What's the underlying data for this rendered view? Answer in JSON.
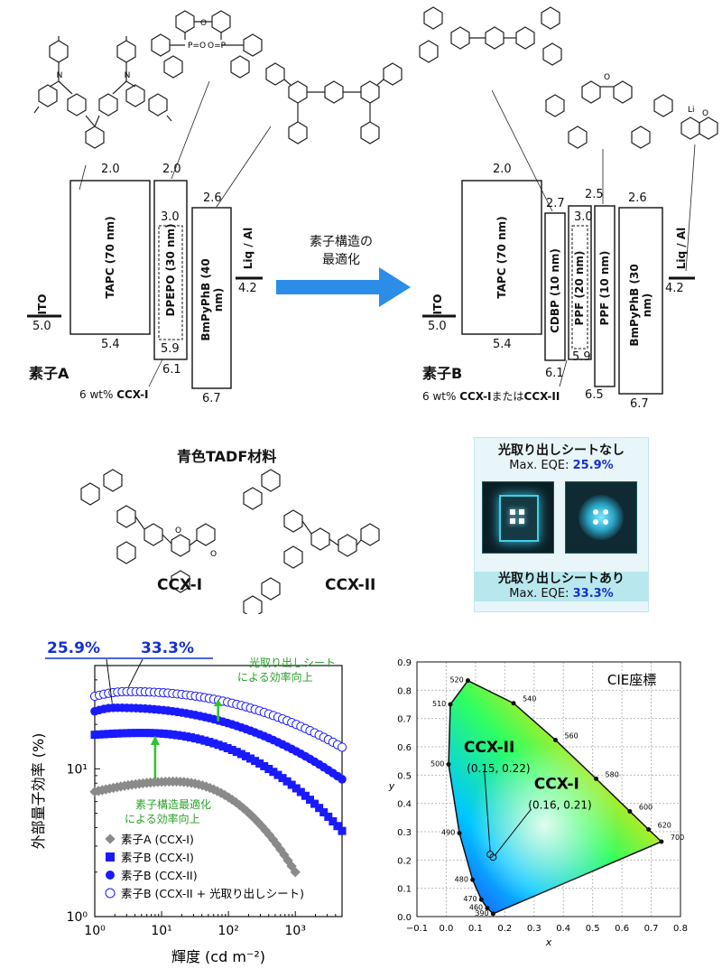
{
  "deviceA": {
    "label": "素子A",
    "dopant_note_prefix": "6 wt% ",
    "dopant_note_strong": "CCX-I",
    "layers": [
      {
        "name": "ITO",
        "homo": "5.0"
      },
      {
        "name": "TAPC (70 nm)",
        "lumo": "2.0",
        "homo": "5.4"
      },
      {
        "name": "DPEPO (30 nm)",
        "lumo": "2.0",
        "homo": "6.1",
        "inner_lumo": "3.0",
        "inner_homo": "5.9"
      },
      {
        "name": "BmPyPhB (40 nm)",
        "lumo": "2.6",
        "homo": "6.7"
      },
      {
        "name": "Liq / Al",
        "homo": "4.2"
      }
    ]
  },
  "deviceB": {
    "label": "素子B",
    "dopant_note_prefix": "6 wt% ",
    "dopant_note_strong1": "CCX-I",
    "dopant_note_mid": "または",
    "dopant_note_strong2": "CCX-II",
    "layers": [
      {
        "name": "ITO",
        "homo": "5.0"
      },
      {
        "name": "TAPC (70 nm)",
        "lumo": "2.0",
        "homo": "5.4"
      },
      {
        "name": "CDBP (10 nm)",
        "lumo": "2.7",
        "homo": "6.1"
      },
      {
        "name": "PPF (20 nm)",
        "inner_lumo": "3.0",
        "inner_homo": "5.9",
        "homo": "6.5"
      },
      {
        "name": "PPF (10 nm)",
        "lumo": "2.5"
      },
      {
        "name": "BmPyPhB (30 nm)",
        "lumo": "2.6",
        "homo": "6.7"
      },
      {
        "name": "Liq / Al",
        "homo": "4.2"
      }
    ]
  },
  "arrow_label_line1": "素子構造の",
  "arrow_label_line2": "最適化",
  "materials": {
    "title": "青色TADF材料",
    "mol1": "CCX-I",
    "mol2": "CCX-II"
  },
  "photos": {
    "top_label": "光取り出しシートなし",
    "top_eqe_prefix": "Max. EQE: ",
    "top_eqe_value": "25.9%",
    "bottom_label": "光取り出しシートあり",
    "bottom_eqe_prefix": "Max. EQE: ",
    "bottom_eqe_value": "33.3%"
  },
  "eqe_chart": {
    "type": "scatter",
    "xlabel": "輝度 (cd m⁻²)",
    "ylabel": "外部量子効率 (%)",
    "xscale": "log",
    "yscale": "log",
    "xlim": [
      1,
      5000
    ],
    "ylim": [
      1,
      50
    ],
    "xticks": [
      "10⁰",
      "10¹",
      "10²",
      "10³"
    ],
    "yticks": [
      "10⁰",
      "10¹"
    ],
    "callout1": "25.9%",
    "callout2": "33.3%",
    "annotation_sheet_line1": "光取り出しシート",
    "annotation_sheet_line2": "による効率向上",
    "annotation_struct_line1": "素子構造最適化",
    "annotation_struct_line2": "による効率向上",
    "series": [
      {
        "name": "素子A (CCX-I)",
        "marker": "diamond",
        "color": "#8a8a8a",
        "start_value": 7.0,
        "peak_value": 8.2,
        "peak_at": 15,
        "end_x": 1000,
        "end_value": 2.0
      },
      {
        "name": "素子B (CCX-I)",
        "marker": "square",
        "color": "#1a1aff",
        "start_value": 17.0,
        "peak_value": 17.5,
        "peak_at": 5,
        "end_x": 5000,
        "end_value": 3.8
      },
      {
        "name": "素子B (CCX-II)",
        "marker": "circle",
        "color": "#1a1aff",
        "start_value": 24.5,
        "peak_value": 25.9,
        "peak_at": 2,
        "end_x": 5000,
        "end_value": 8.5
      },
      {
        "name": "素子B (CCX-II + 光取り出しシート)",
        "marker": "open-circle",
        "color": "#1a1aff",
        "start_value": 31.0,
        "peak_value": 33.3,
        "peak_at": 3,
        "end_x": 5000,
        "end_value": 14.0
      }
    ]
  },
  "cie_chart": {
    "type": "scatter",
    "title": "CIE座標",
    "xlabel": "x",
    "ylabel": "y",
    "xlim": [
      -0.1,
      0.8
    ],
    "ylim": [
      0.0,
      0.9
    ],
    "xticks": [
      "−0.1",
      "0.0",
      "0.1",
      "0.2",
      "0.3",
      "0.4",
      "0.5",
      "0.6",
      "0.7",
      "0.8"
    ],
    "yticks": [
      "0.0",
      "0.1",
      "0.2",
      "0.3",
      "0.4",
      "0.5",
      "0.6",
      "0.7",
      "0.8",
      "0.9"
    ],
    "wavelengths": [
      {
        "nm": "390",
        "x": 0.16,
        "y": 0.01
      },
      {
        "nm": "460",
        "x": 0.14,
        "y": 0.03
      },
      {
        "nm": "470",
        "x": 0.12,
        "y": 0.06
      },
      {
        "nm": "480",
        "x": 0.09,
        "y": 0.13
      },
      {
        "nm": "490",
        "x": 0.045,
        "y": 0.295
      },
      {
        "nm": "500",
        "x": 0.008,
        "y": 0.538
      },
      {
        "nm": "510",
        "x": 0.014,
        "y": 0.75
      },
      {
        "nm": "520",
        "x": 0.074,
        "y": 0.834
      },
      {
        "nm": "540",
        "x": 0.23,
        "y": 0.754
      },
      {
        "nm": "560",
        "x": 0.373,
        "y": 0.624
      },
      {
        "nm": "580",
        "x": 0.512,
        "y": 0.487
      },
      {
        "nm": "600",
        "x": 0.627,
        "y": 0.372
      },
      {
        "nm": "620",
        "x": 0.691,
        "y": 0.308
      },
      {
        "nm": "700",
        "x": 0.735,
        "y": 0.265
      }
    ],
    "points": [
      {
        "name": "CCX-II",
        "coords": "(0.15, 0.22)",
        "x": 0.15,
        "y": 0.22
      },
      {
        "name": "CCX-I",
        "coords": "(0.16, 0.21)",
        "x": 0.16,
        "y": 0.21
      }
    ]
  }
}
